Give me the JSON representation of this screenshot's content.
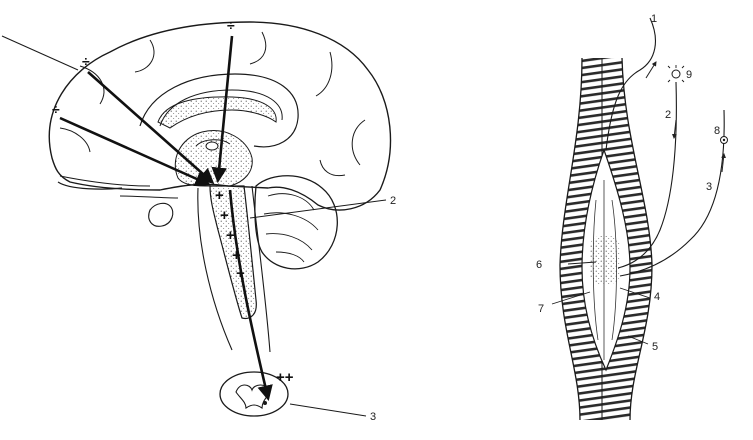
{
  "brain_panel": {
    "labels": {
      "label_2": "2",
      "label_3": "3"
    },
    "signs": {
      "inhibitory": "÷",
      "excitatory": "+",
      "strong_excitatory": "++"
    }
  },
  "muscle_panel": {
    "labels": {
      "l1": "1",
      "l2": "2",
      "l3": "3",
      "l4": "4",
      "l5": "5",
      "l6": "6",
      "l7": "7",
      "l8": "8",
      "l9": "9"
    }
  }
}
